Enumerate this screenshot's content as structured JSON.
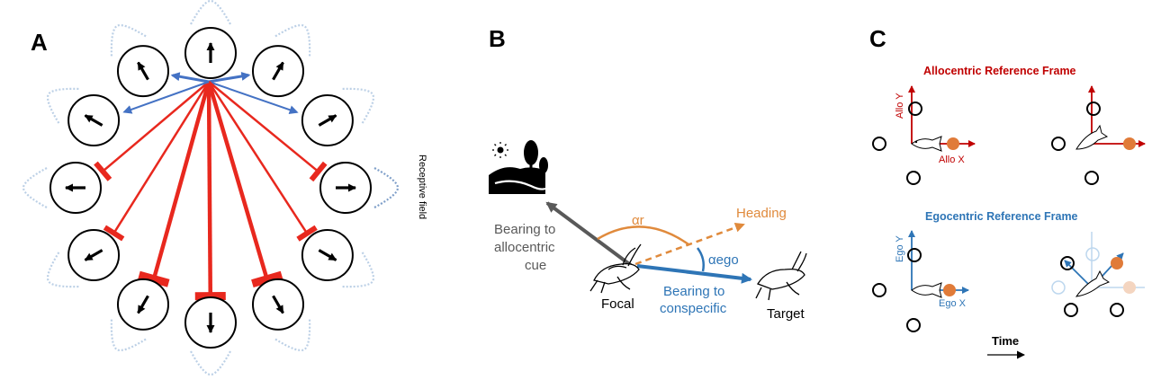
{
  "panels": {
    "a": {
      "letter": "A",
      "receptive_field_label": "Receptive field"
    },
    "b": {
      "letter": "B",
      "bearing_allocentric": [
        "Bearing to",
        "allocentric",
        "cue"
      ],
      "alpha_r": "αr",
      "heading": "Heading",
      "alpha_ego": "αego",
      "bearing_conspecific": [
        "Bearing to",
        "conspecific"
      ],
      "focal": "Focal",
      "target": "Target"
    },
    "c": {
      "letter": "C",
      "allocentric_title": "Allocentric  Reference Frame",
      "allo_y": "Allo Y",
      "allo_x": "Allo X",
      "egocentric_title": "Egocentric  Reference Frame",
      "ego_y": "Ego Y",
      "ego_x": "Ego X",
      "time": "Time"
    }
  },
  "colors": {
    "excitatory": "#4472c4",
    "inhibitory": "#e8281e",
    "allocentric": "#c00000",
    "egocentric": "#2e75b6",
    "heading": "#e08a3c",
    "target_dot": "#e07b39",
    "allocentric_arrow": "#595959"
  },
  "ring_directions_deg": [
    0,
    30,
    60,
    90,
    120,
    150,
    180,
    210,
    240,
    270,
    300,
    330
  ]
}
